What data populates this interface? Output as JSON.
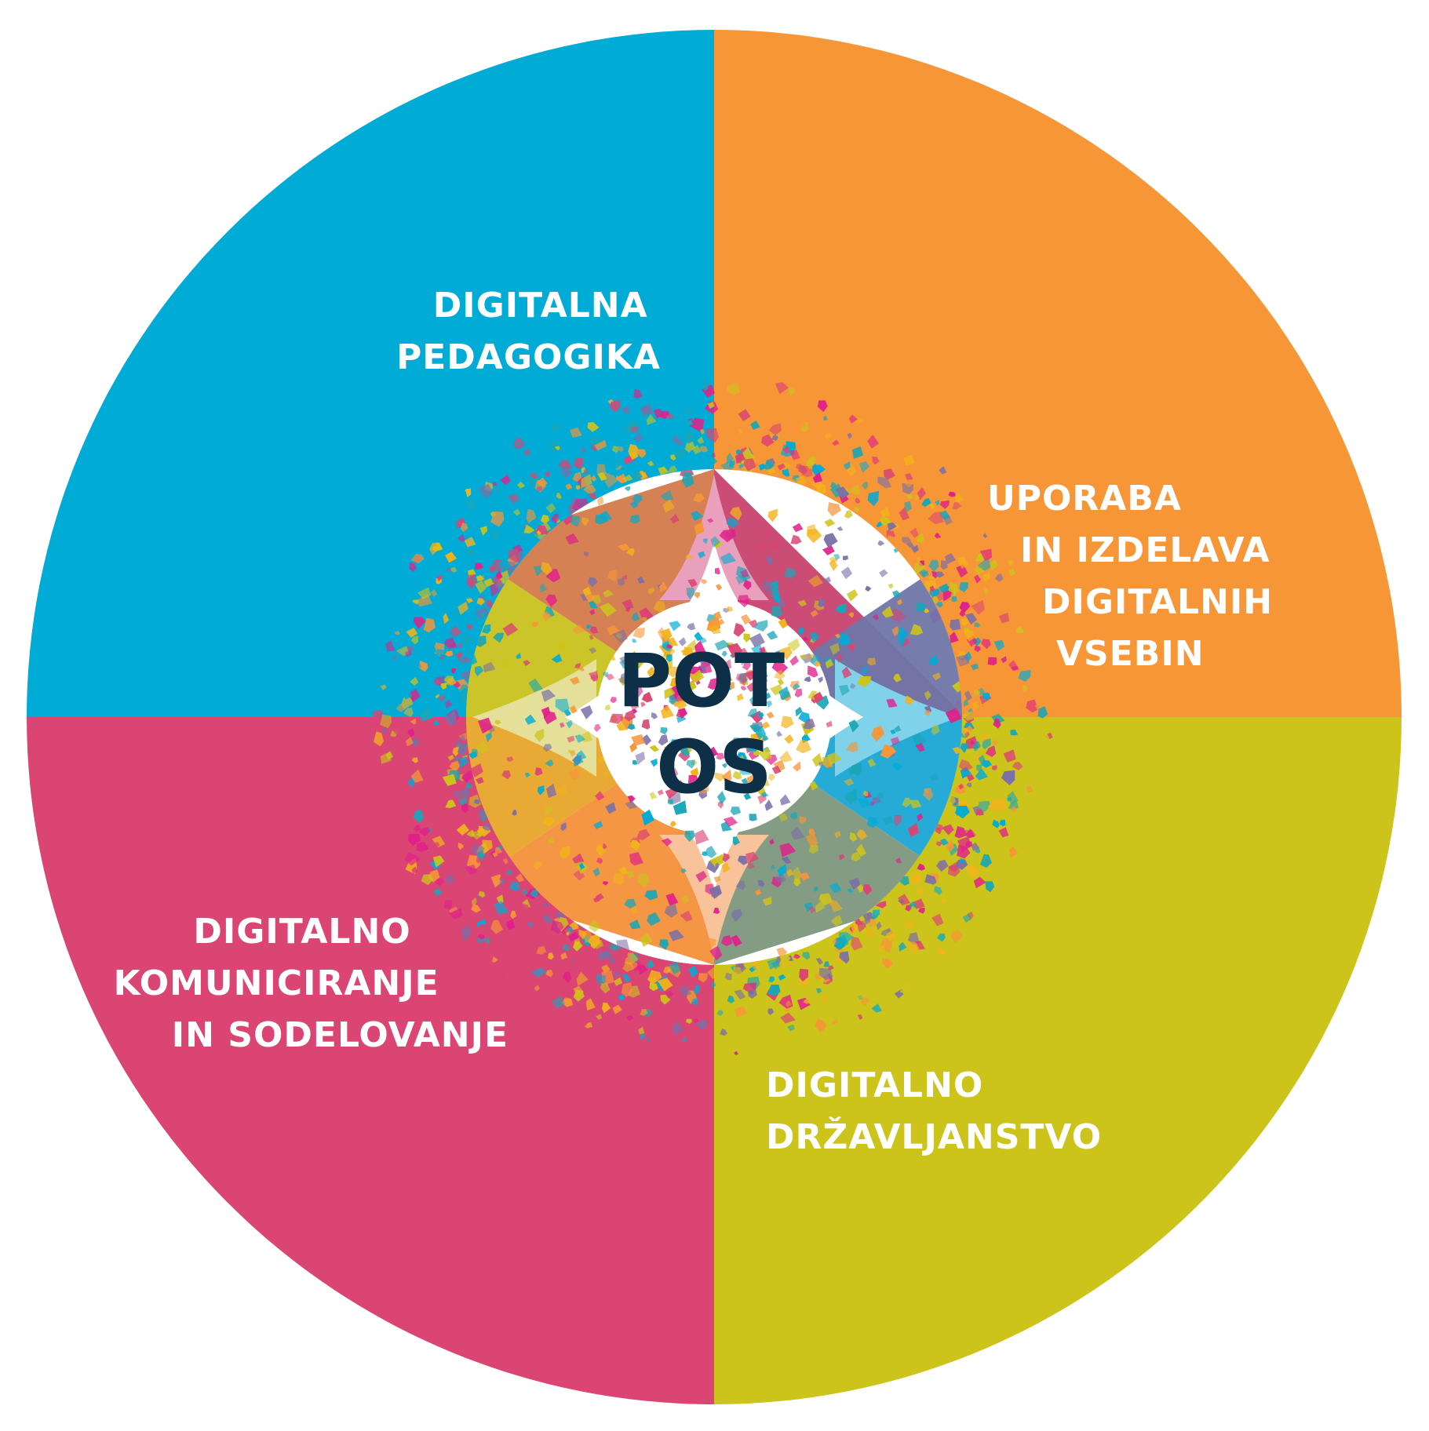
{
  "diagram": {
    "center": {
      "lines": [
        "POT",
        "OS"
      ],
      "text_color": "#0d3048"
    },
    "quadrants": [
      {
        "id": "top-left",
        "color": "#00abd5",
        "lines": [
          "DIGITALNA",
          "PEDAGOGIKA"
        ]
      },
      {
        "id": "top-right",
        "color": "#f79637",
        "lines": [
          "UPORABA",
          "IN IZDELAVA",
          "DIGITALNIH",
          "VSEBIN"
        ]
      },
      {
        "id": "bottom-left",
        "color": "#da4573",
        "lines": [
          "DIGITALNO",
          "KOMUNICIRANJE",
          "IN SODELOVANJE"
        ]
      },
      {
        "id": "bottom-right",
        "color": "#cdc41b",
        "lines": [
          "DIGITALNO",
          "DRŽAVLJANSTVO"
        ]
      }
    ],
    "confetti_colors": [
      "#00abd5",
      "#f79637",
      "#da4573",
      "#cdc41b",
      "#e0218a",
      "#1aa6b7",
      "#f2b31a",
      "#7a6fa8"
    ]
  }
}
